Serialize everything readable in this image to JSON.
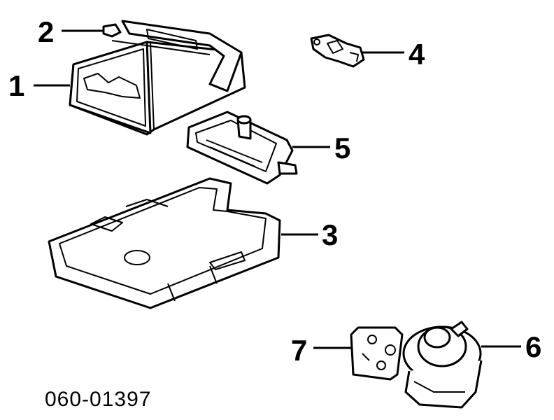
{
  "diagram": {
    "drawing_code": "060-01397",
    "callouts": [
      {
        "id": "1",
        "label": "1"
      },
      {
        "id": "2",
        "label": "2"
      },
      {
        "id": "3",
        "label": "3"
      },
      {
        "id": "4",
        "label": "4"
      },
      {
        "id": "5",
        "label": "5"
      },
      {
        "id": "6",
        "label": "6"
      },
      {
        "id": "7",
        "label": "7"
      }
    ]
  }
}
